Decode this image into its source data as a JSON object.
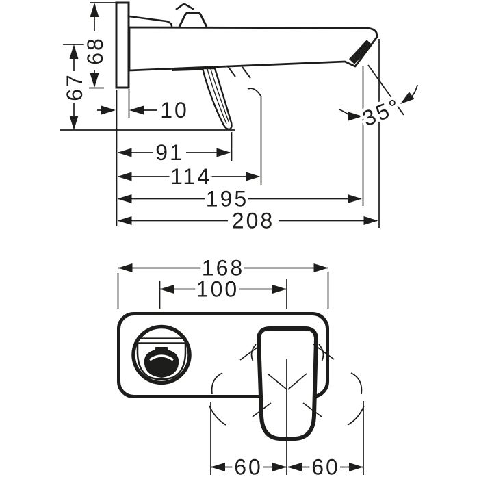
{
  "page": {
    "background": "#ffffff",
    "line_color": "#1d1d1b"
  },
  "side_view": {
    "dim_plate_height": "68",
    "dim_spout_drop": "67",
    "dim_plate_depth": "10",
    "dim_handle_reach": "91",
    "dim_handle_center": "114",
    "dim_spout_reach": "195",
    "dim_total_depth": "208",
    "dim_spray_angle": "35°"
  },
  "front_view": {
    "dim_plate_width": "168",
    "dim_spout_to_handle": "100",
    "dim_offset_left": "60",
    "dim_offset_right": "60"
  }
}
